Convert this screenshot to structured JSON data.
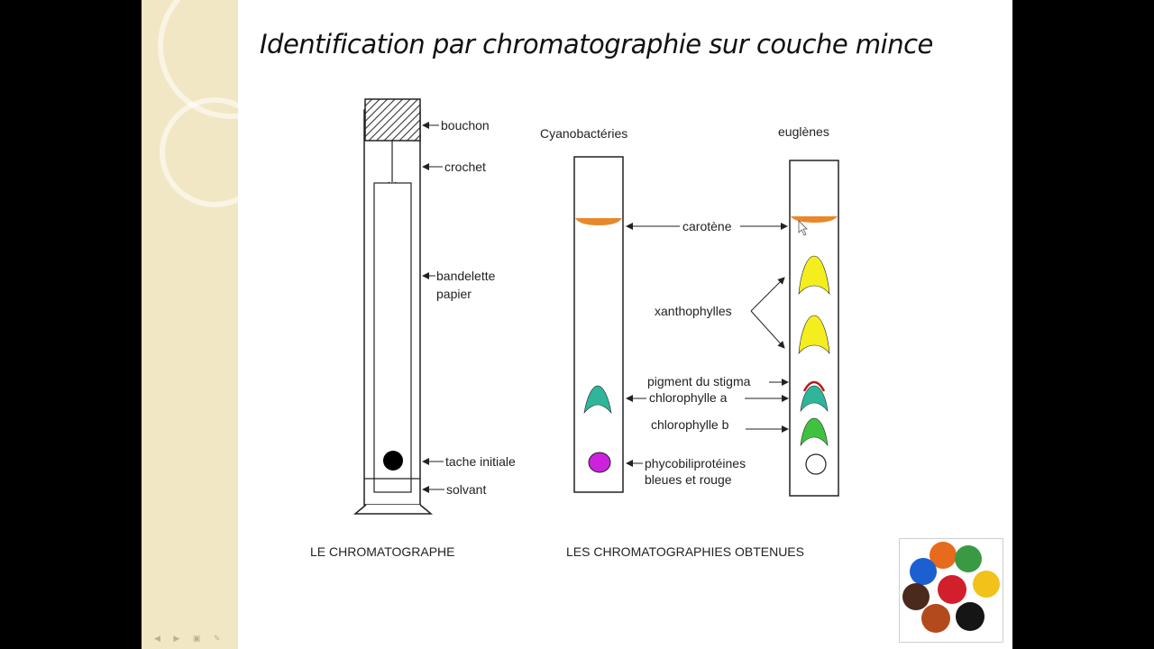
{
  "title": "Identification par chromatographie sur couche mince",
  "left_apparatus": {
    "labels": {
      "bouchon": "bouchon",
      "crochet": "crochet",
      "bandelette_line1": "bandelette",
      "bandelette_line2": "papier",
      "tache": "tache initiale",
      "solvant": "solvant"
    },
    "caption": "LE CHROMATOGRAPHE"
  },
  "chromatograms": {
    "left_header": "Cyanobactéries",
    "right_header": "euglènes",
    "labels": {
      "carotene": "carotène",
      "xanthophylles": "xanthophylles",
      "pigment_stigma": "pigment du stigma",
      "chlorophylle_a": "chlorophylle a",
      "chlorophylle_b": "chlorophylle b",
      "phyco_line1": "phycobiliprotéines",
      "phyco_line2": "bleues et rouge"
    },
    "caption": "LES CHROMATOGRAPHIES OBTENUES"
  },
  "colors": {
    "carotene": "#e8882a",
    "xanthophylle": "#f5ee1e",
    "chlorophylle_a": "#2fb59a",
    "chlorophylle_b": "#3fc23f",
    "stigma": "#b81a1a",
    "phyco_left": "#cc22dd"
  },
  "nav_hint": "◀ ▶ ▣ ✎"
}
